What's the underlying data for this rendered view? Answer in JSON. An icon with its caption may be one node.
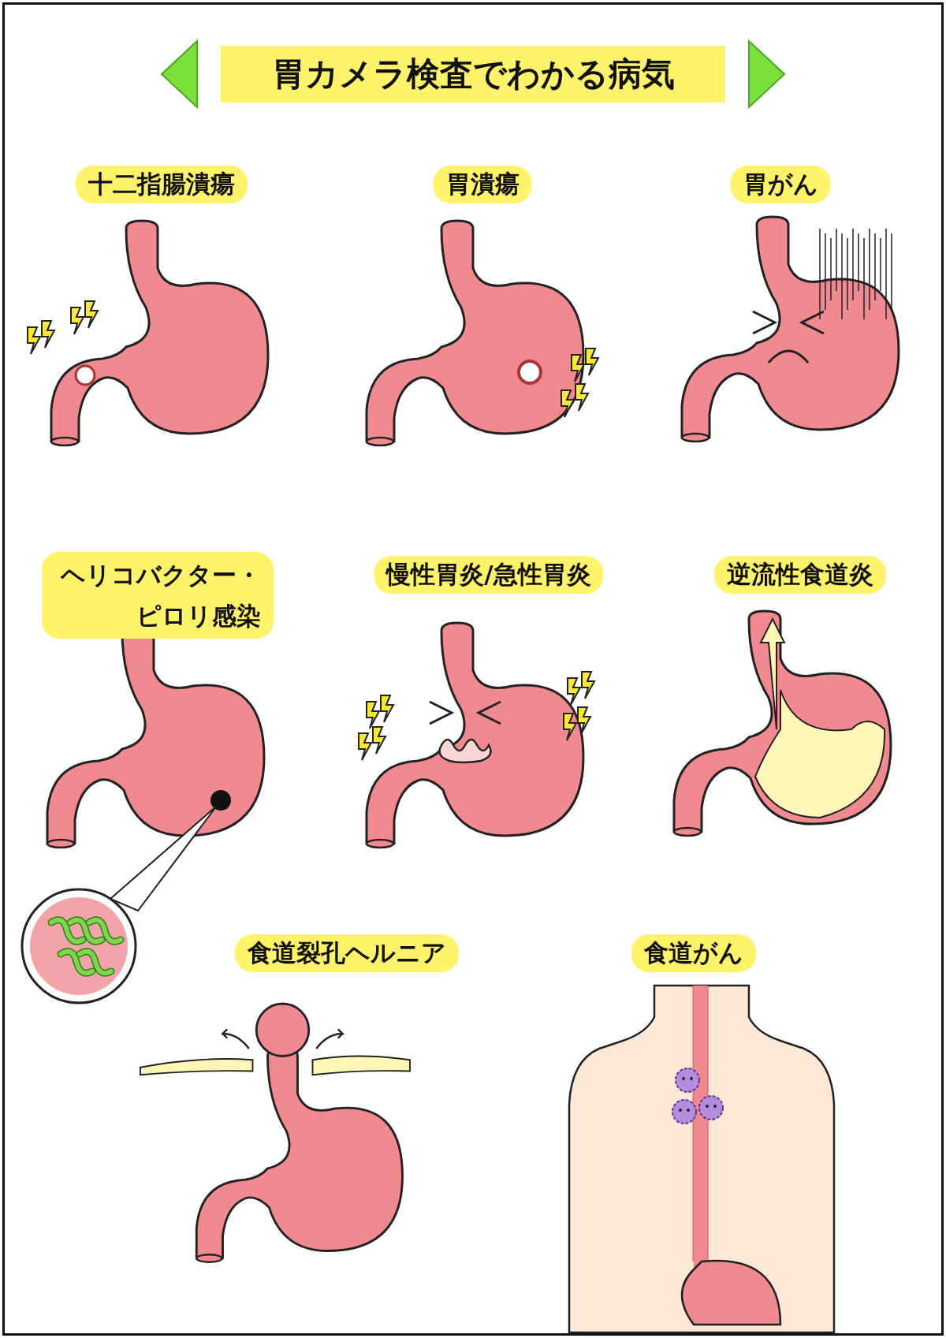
{
  "diagram": {
    "title": "胃カメラ検査でわかる病気",
    "labels": [
      "十二指腸潰瘍",
      "胃潰瘍",
      "胃がん",
      "ヘリコバクター・ピロリ感染",
      "慢性胃炎/急性胃炎",
      "逆流性食道炎",
      "食道裂孔ヘルニア",
      "食道がん"
    ]
  }
}
